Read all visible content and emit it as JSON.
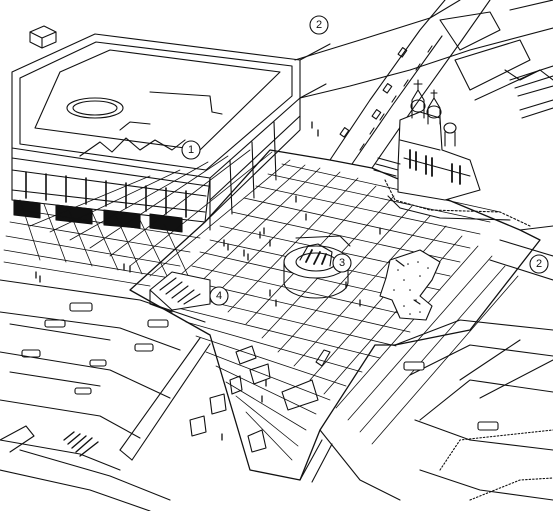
{
  "figure": {
    "ink_color": "#111111",
    "paper_color": "#ffffff",
    "callouts": [
      {
        "id": "c1",
        "label": "1"
      },
      {
        "id": "c2a",
        "label": "2"
      },
      {
        "id": "c2b",
        "label": "2"
      },
      {
        "id": "c3",
        "label": "3"
      },
      {
        "id": "c4",
        "label": "4"
      }
    ]
  }
}
